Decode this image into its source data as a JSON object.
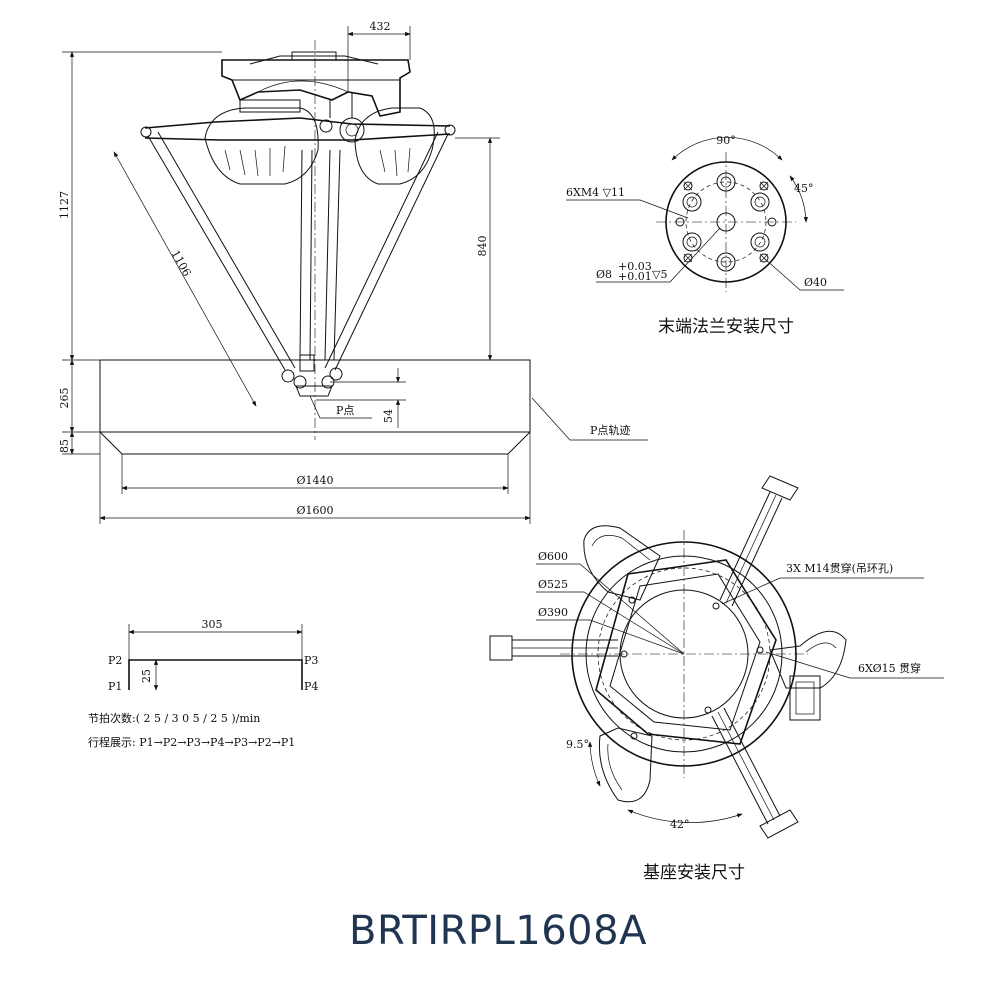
{
  "title": "BRTIRPL1608A",
  "front_view": {
    "dim_top_width": "432",
    "dim_height_total": "1127",
    "dim_arm": "1106",
    "dim_840": "840",
    "dim_265": "265",
    "dim_85": "85",
    "dim_54": "54",
    "dim_d1440": "Ø1440",
    "dim_d1600": "Ø1600",
    "p_point": "P点",
    "p_trajectory": "P点轨迹"
  },
  "flange": {
    "angle_90": "90°",
    "angle_45": "45°",
    "holes": "6XM4 ▽11",
    "pin": "Ø8",
    "pin_tol_upper": "+0.03",
    "pin_tol_lower": "+0.01",
    "pin_depth": "▽5",
    "diameter": "Ø40",
    "caption": "末端法兰安装尺寸"
  },
  "cycle": {
    "dim_305": "305",
    "dim_25": "25",
    "p1": "P1",
    "p2": "P2",
    "p3": "P3",
    "p4": "P4",
    "beats": "节拍次数:( 2 5 / 3 0 5 / 2 5 )/min",
    "route": "行程展示: P1→P2→P3→P4→P3→P2→P1"
  },
  "base": {
    "d600": "Ø600",
    "d525": "Ø525",
    "d390": "Ø390",
    "lifting": "3X  M14贯穿(吊环孔)",
    "through": "6XØ15  贯穿",
    "angle_95": "9.5°",
    "angle_42": "42°",
    "caption": "基座安装尺寸"
  }
}
